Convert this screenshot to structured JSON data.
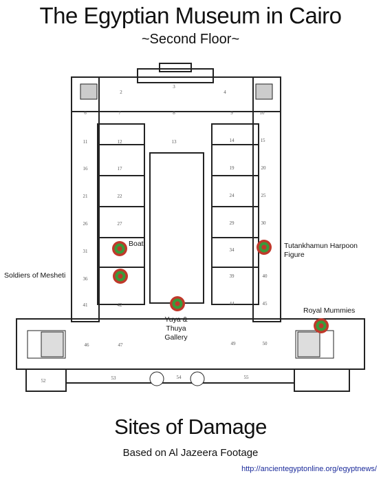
{
  "header": {
    "title": "The Egyptian Museum in Cairo",
    "subtitle": "~Second Floor~"
  },
  "footer": {
    "title": "Sites of Damage",
    "subtitle": "Based on Al Jazeera Footage",
    "url": "http://ancientegyptonline.org/egyptnews/"
  },
  "colors": {
    "marker_outer": "#c0392b",
    "marker_inner": "#3a9a3a",
    "wall": "#222222"
  },
  "rooms": [
    "2",
    "3",
    "4",
    "6",
    "7",
    "8",
    "9",
    "10",
    "11",
    "12",
    "13",
    "14",
    "15",
    "16",
    "17",
    "19",
    "20",
    "21",
    "22",
    "24",
    "25",
    "26",
    "27",
    "29",
    "30",
    "31",
    "34",
    "36",
    "39",
    "40",
    "41",
    "42",
    "44",
    "45",
    "46",
    "47",
    "49",
    "50",
    "52",
    "53",
    "54",
    "55"
  ],
  "damage_sites": [
    {
      "label": "Boat"
    },
    {
      "label": "Soldiers of Mesheti"
    },
    {
      "label": "Yuya & Thuya Gallery"
    },
    {
      "label": "Tutankhamun Harpoon Figure"
    },
    {
      "label": "Royal Mummies"
    }
  ]
}
